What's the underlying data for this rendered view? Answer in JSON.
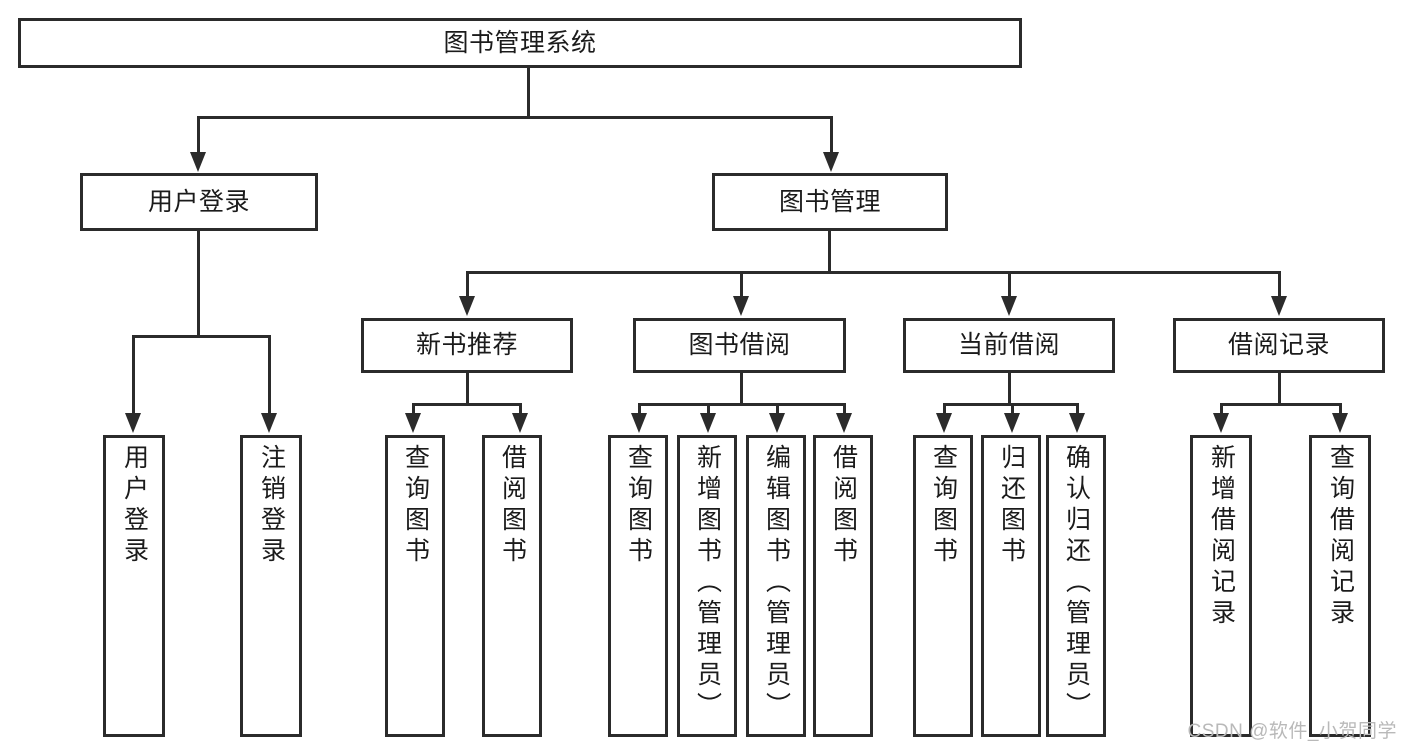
{
  "diagram": {
    "title": "图书管理系统",
    "type": "tree",
    "levels": 4,
    "nodes": {
      "root": {
        "label": "图书管理系统"
      },
      "level2": [
        {
          "id": "user-login",
          "label": "用户登录"
        },
        {
          "id": "book-manage",
          "label": "图书管理"
        }
      ],
      "level3": [
        {
          "id": "new-book-rec",
          "label": "新书推荐"
        },
        {
          "id": "book-borrow",
          "label": "图书借阅"
        },
        {
          "id": "current-borrow",
          "label": "当前借阅"
        },
        {
          "id": "borrow-record",
          "label": "借阅记录"
        }
      ],
      "leaves": [
        {
          "id": "leaf-user-login",
          "label": "用户登录",
          "parent": "user-login"
        },
        {
          "id": "leaf-user-logout",
          "label": "注销登录",
          "parent": "user-login"
        },
        {
          "id": "leaf-query-book-a",
          "label": "查询图书",
          "parent": "new-book-rec"
        },
        {
          "id": "leaf-borrow-book-a",
          "label": "借阅图书",
          "parent": "new-book-rec"
        },
        {
          "id": "leaf-query-book-b",
          "label": "查询图书",
          "parent": "book-borrow"
        },
        {
          "id": "leaf-add-book",
          "label": "新增图书（管理员）",
          "parent": "book-borrow"
        },
        {
          "id": "leaf-edit-book",
          "label": "编辑图书（管理员）",
          "parent": "book-borrow"
        },
        {
          "id": "leaf-borrow-book-b",
          "label": "借阅图书",
          "parent": "book-borrow"
        },
        {
          "id": "leaf-query-book-c",
          "label": "查询图书",
          "parent": "current-borrow"
        },
        {
          "id": "leaf-return-book",
          "label": "归还图书",
          "parent": "current-borrow"
        },
        {
          "id": "leaf-confirm-return",
          "label": "确认归还（管理员）",
          "parent": "current-borrow"
        },
        {
          "id": "leaf-add-record",
          "label": "新增借阅记录",
          "parent": "borrow-record"
        },
        {
          "id": "leaf-query-record",
          "label": "查询借阅记录",
          "parent": "borrow-record"
        }
      ]
    },
    "colors": {
      "stroke": "#2b2b2b",
      "fill": "#ffffff",
      "text": "#1b1b1b",
      "watermark": "#b9b9b9"
    }
  },
  "watermark": {
    "text": "CSDN @软件_小贺同学"
  }
}
